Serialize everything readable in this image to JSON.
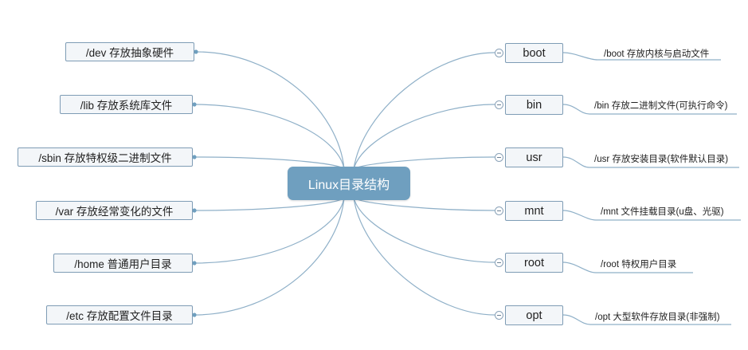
{
  "center": {
    "label": "Linux目录结构"
  },
  "left_nodes": [
    {
      "label": "/dev 存放抽象硬件"
    },
    {
      "label": "/lib 存放系统库文件"
    },
    {
      "label": "/sbin 存放特权级二进制文件"
    },
    {
      "label": "/var 存放经常变化的文件"
    },
    {
      "label": "/home 普通用户目录"
    },
    {
      "label": "/etc 存放配置文件目录"
    }
  ],
  "right_nodes": [
    {
      "label": "boot",
      "note": "/boot 存放内核与启动文件"
    },
    {
      "label": "bin",
      "note": "/bin 存放二进制文件(可执行命令)"
    },
    {
      "label": "usr",
      "note": "/usr 存放安装目录(软件默认目录)"
    },
    {
      "label": "mnt",
      "note": "/mnt 文件挂载目录(u盘、光驱)"
    },
    {
      "label": "root",
      "note": "/root 特权用户目录"
    },
    {
      "label": "opt",
      "note": "/opt 大型软件存放目录(非强制)"
    }
  ],
  "colors": {
    "line": "#8fb0c8",
    "center_bg": "#6f9fbf",
    "node_border": "#7e9cb5",
    "node_bg": "#f3f6f9"
  }
}
